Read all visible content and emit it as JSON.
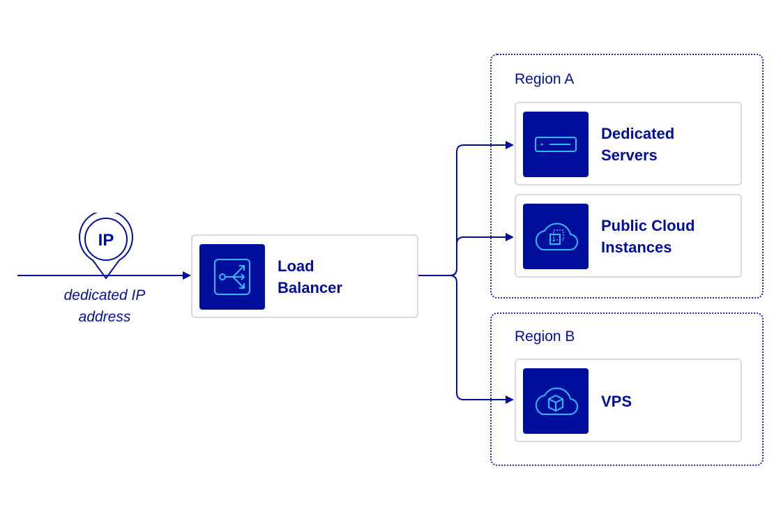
{
  "entry": {
    "pin_label": "IP",
    "caption_line1": "dedicated IP",
    "caption_line2": "address",
    "pin_icon": "location-pin-icon"
  },
  "load_balancer": {
    "title_line1": "Load",
    "title_line2": "Balancer",
    "icon": "load-balancer-split-icon"
  },
  "regions": [
    {
      "label": "Region A",
      "items": [
        {
          "title_line1": "Dedicated",
          "title_line2": "Servers",
          "icon": "server-icon"
        },
        {
          "title_line1": "Public Cloud",
          "title_line2": "Instances",
          "icon": "cloud-instance-icon"
        }
      ]
    },
    {
      "label": "Region B",
      "items": [
        {
          "title_line1": "VPS",
          "title_line2": "",
          "icon": "cloud-cube-icon"
        }
      ]
    }
  ],
  "colors": {
    "primary": "#000e9c",
    "accent": "#34b8ff",
    "card_border": "#d7d9de",
    "region_border": "#1a2bb0"
  }
}
